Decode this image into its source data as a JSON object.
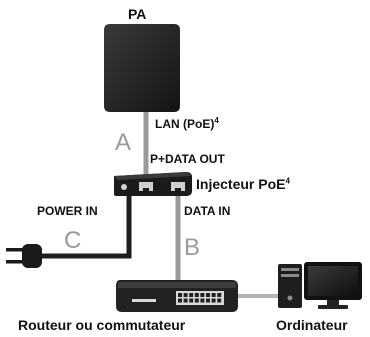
{
  "labels": {
    "ap": "PA",
    "lan_poe": "LAN (PoE)",
    "lan_poe_note": "4",
    "pdata_out": "P+DATA OUT",
    "injector": "Injecteur PoE",
    "injector_note": "4",
    "power_in": "POWER IN",
    "data_in": "DATA IN",
    "router": "Routeur ou commutateur",
    "computer": "Ordinateur"
  },
  "segments": {
    "a": "A",
    "b": "B",
    "c": "C"
  },
  "colors": {
    "device": "#2a2a2a",
    "cable_data": "#9a9a9a",
    "cable_power": "#1f1f1f",
    "segment_letter": "#9a9a9a",
    "text": "#111111"
  }
}
